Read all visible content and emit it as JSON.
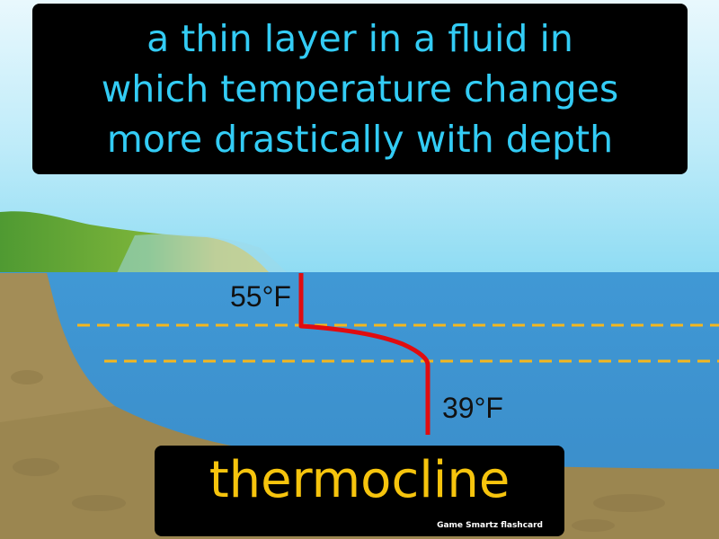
{
  "definition": {
    "lines": [
      "a thin layer in a fluid in",
      "which temperature changes",
      "more drastically with depth"
    ]
  },
  "term": "thermocline",
  "credit": "Game Smartz flashcard",
  "labels": {
    "surface_temp": "55°F",
    "deep_temp": "39°F"
  },
  "colors": {
    "sky": "#8fdcf3",
    "water": "#3f95d2",
    "ground": "#9b8650",
    "grass": "#5aa437",
    "temperature_line": "#e00c10",
    "boundary_dashes": "#f4b71e",
    "definition_text": "#33ccf5",
    "term_text": "#f6c40d"
  }
}
